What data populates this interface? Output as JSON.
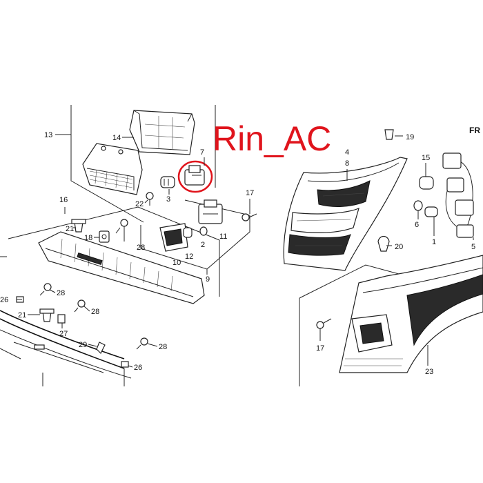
{
  "watermark": {
    "text": "Rin_AC",
    "color": "#e0141c"
  },
  "corner_label": "FR",
  "highlight_color": "#e0141c",
  "callouts": {
    "c13": "13",
    "c14": "14",
    "c7": "7",
    "c3": "3",
    "c22": "22",
    "c16": "16",
    "c21a": "21",
    "c18": "18",
    "c28a": "28",
    "c9": "9",
    "c10": "10",
    "c12": "12",
    "c2": "2",
    "c11": "11",
    "c26a": "26",
    "c28b": "28",
    "c21b": "21",
    "c28c": "28",
    "c27": "27",
    "c29": "29",
    "c28d": "28",
    "c26b": "26",
    "c19": "19",
    "c4": "4",
    "c8": "8",
    "c17a": "17",
    "c20": "20",
    "c15": "15",
    "c6": "6",
    "c1": "1",
    "c5": "5",
    "c17b": "17",
    "c23": "23"
  }
}
